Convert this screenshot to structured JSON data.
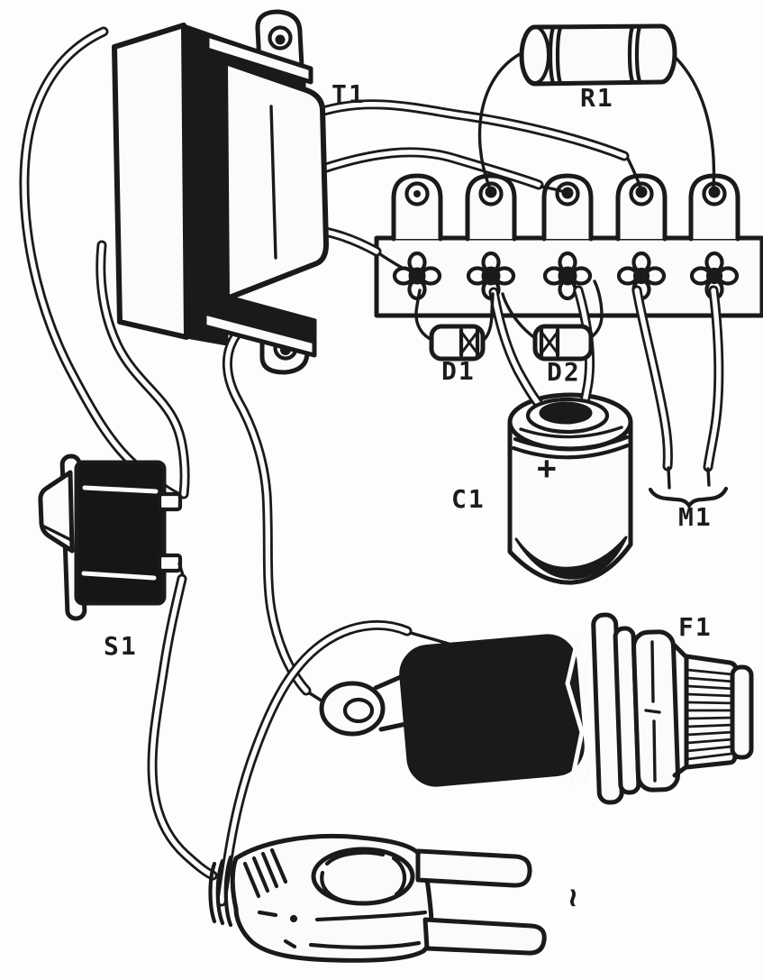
{
  "figure": {
    "title": "Hand-drawn pictorial assembly diagram of an AC power-supply circuit",
    "style": {
      "ink_color": "#1a1a1a",
      "paper_color": "#fbfbf9"
    }
  },
  "labels": {
    "transformer": "T1",
    "resistor": "R1",
    "diode1": "D1",
    "diode2": "D2",
    "capacitor": "C1",
    "meter_leads": "M1",
    "switch": "S1",
    "fuse_holder": "F1",
    "capacitor_polarity": "+",
    "ac_symbol": "~"
  },
  "components": [
    {
      "id": "T1",
      "type": "power-transformer",
      "appearance": "laminated transformer with top and bottom mounting tabs with screw holes"
    },
    {
      "id": "R1",
      "type": "resistor",
      "appearance": "axial cylindrical body with end bands, leads bent down to terminal strip"
    },
    {
      "id": "terminal-strip",
      "type": "terminal-strip",
      "lug_count": 5,
      "appearance": "bar with five eyelet tabs above and five cross-shaped solder lugs"
    },
    {
      "id": "D1",
      "type": "diode",
      "appearance": "small axial body with dark cathode band, wired between lugs 1 and 2"
    },
    {
      "id": "D2",
      "type": "diode",
      "appearance": "small axial body with dark cathode band, wired between lugs 2 and 3"
    },
    {
      "id": "C1",
      "type": "electrolytic-capacitor",
      "polarity_mark": "+",
      "appearance": "large upright can, leads entering open top"
    },
    {
      "id": "M1",
      "type": "meter-test-leads",
      "appearance": "two free wire ends grouped by an underbrace"
    },
    {
      "id": "S1",
      "type": "toggle-switch",
      "appearance": "black rocker/toggle switch with mounting plate and two side terminals"
    },
    {
      "id": "F1",
      "type": "fuse-holder",
      "appearance": "panel-mount fuse holder with rubber boot, threaded bushing, mounting plate and knurled cap"
    },
    {
      "id": "ac-plug",
      "type": "ac-line-plug",
      "prongs": 2,
      "marking": "~"
    }
  ],
  "connections": [
    "T1 secondary wire to terminal-strip tab 3",
    "T1 secondary wire to terminal-strip tab 4",
    "T1 wire to terminal-strip lug 1",
    "R1 between terminal-strip tabs 2 and 5",
    "D1 between lugs 1 and 2",
    "D2 between lugs 2 and 3",
    "C1 top leads from lugs 2 and 3 (wires crossed)",
    "M1 test leads from lugs 4 and 5",
    "T1 primary wires to S1 top terminal",
    "T1 primary wire to F1 ring terminal",
    "S1 bottom terminal to AC plug",
    "AC plug second wire to F1 boot terminal"
  ]
}
